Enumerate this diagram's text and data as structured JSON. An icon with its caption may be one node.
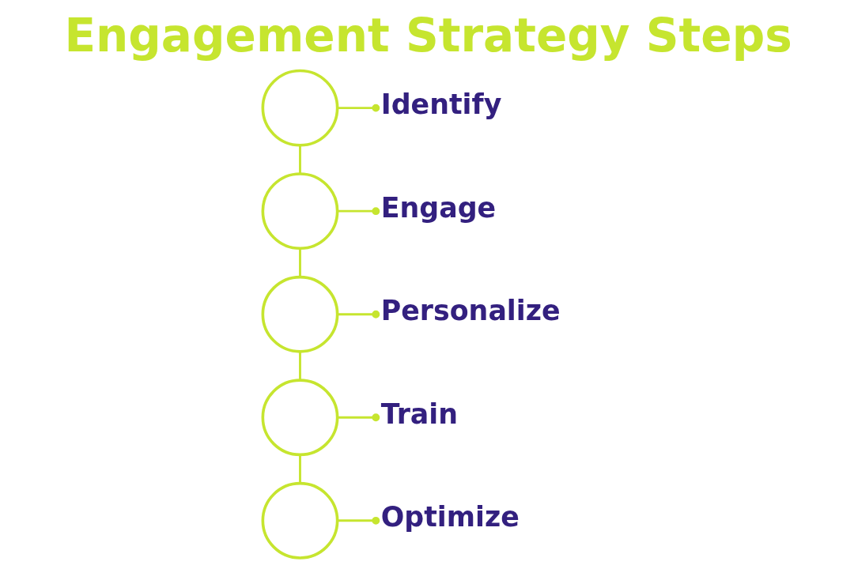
{
  "diagram": {
    "title": "Engagement Strategy Steps",
    "nodes": [
      {
        "text": [],
        "shape": "circle"
      },
      {
        "text": [
          "Identify"
        ]
      },
      {
        "text": [],
        "shape": "circle"
      },
      {
        "text": [
          "Engage"
        ]
      },
      {
        "text": [],
        "shape": "circle"
      },
      {
        "text": [
          "Personalize"
        ]
      },
      {
        "text": [],
        "shape": "circle"
      },
      {
        "text": [
          "Train"
        ]
      },
      {
        "text": [],
        "shape": "circle"
      },
      {
        "text": [
          "Optimize"
        ]
      }
    ],
    "edges": [
      {
        "from": 0,
        "to": 1,
        "arrow": "other"
      },
      {
        "from": 0,
        "to": 2,
        "arrow": "none"
      },
      {
        "from": 2,
        "to": 3,
        "arrow": "other"
      },
      {
        "from": 2,
        "to": 4,
        "arrow": "none"
      },
      {
        "from": 4,
        "to": 5,
        "arrow": "other"
      },
      {
        "from": 4,
        "to": 6,
        "arrow": "none"
      },
      {
        "from": 6,
        "to": 7,
        "arrow": "other"
      },
      {
        "from": 6,
        "to": 8,
        "arrow": "none"
      },
      {
        "from": 8,
        "to": 9,
        "arrow": "other"
      }
    ]
  }
}
